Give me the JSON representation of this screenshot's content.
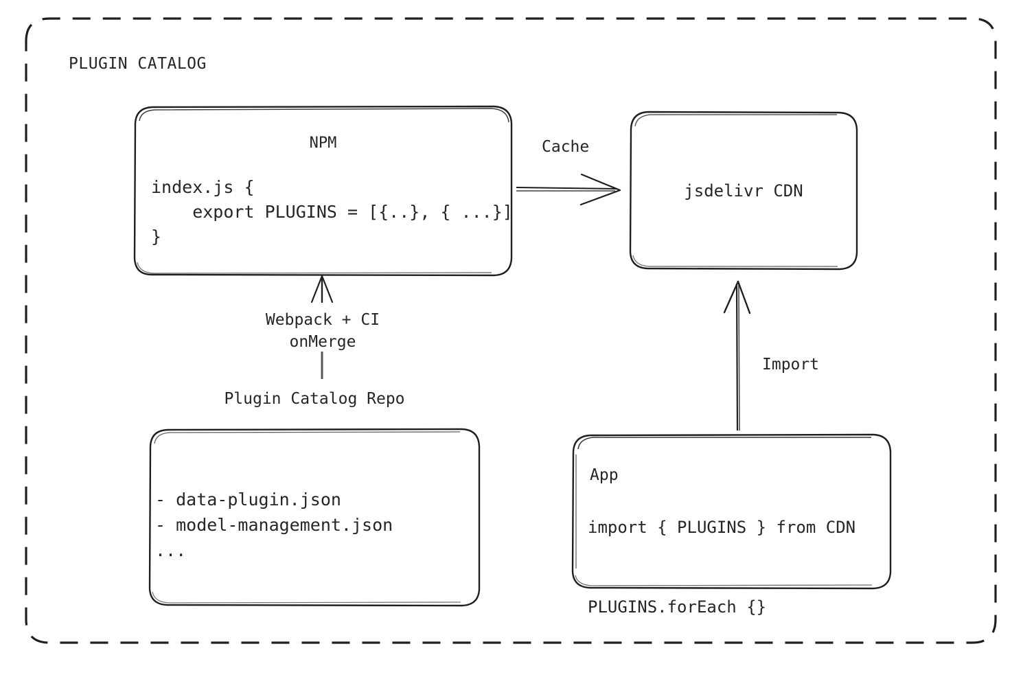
{
  "diagram": {
    "group": {
      "title": "PLUGIN CATALOG"
    },
    "nodes": {
      "npm": {
        "title": "NPM",
        "code": "index.js {\n    export PLUGINS = [{..}, { ...}]\n}"
      },
      "cdn": {
        "title": "jsdelivr CDN"
      },
      "repo": {
        "caption": "Plugin Catalog Repo",
        "files": "- data-plugin.json\n- model-management.json\n..."
      },
      "app": {
        "title": "App",
        "code": "import { PLUGINS } from CDN\n\nPLUGINS.forEach {}"
      }
    },
    "edges": {
      "cache": {
        "label": "Cache"
      },
      "build": {
        "label": "Webpack + CI\nonMerge"
      },
      "import": {
        "label": "Import"
      }
    },
    "colors": {
      "background": "#ffffff",
      "stroke": "#1f1f1f",
      "text": "#262626"
    }
  }
}
